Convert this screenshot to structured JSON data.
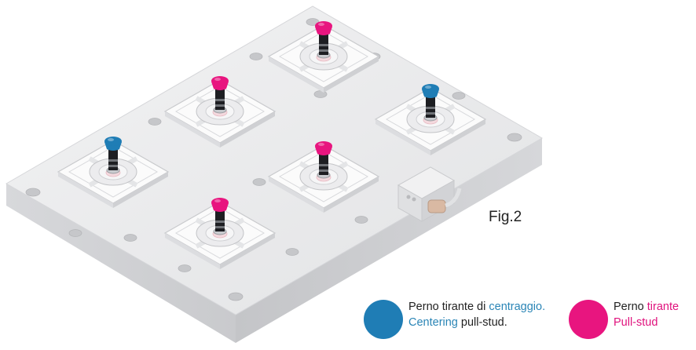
{
  "figure_label": "Fig.2",
  "colors": {
    "centering": "#1f7db5",
    "pull": "#e8157f",
    "plate": "#e9e9eb",
    "plate_side": "#cfd0d3",
    "module": "#f4f4f5"
  },
  "legend": {
    "centering": {
      "line1_a": "Perno tirante di ",
      "line1_b": "centraggio.",
      "line2_a": "Centering",
      "line2_b": " pull-stud."
    },
    "pull": {
      "line1_a": "Perno ",
      "line1_b": "tirante",
      "line2": "Pull-stud"
    }
  },
  "studs": [
    {
      "type": "pull"
    },
    {
      "type": "pull"
    },
    {
      "type": "centering"
    },
    {
      "type": "centering"
    },
    {
      "type": "pull"
    },
    {
      "type": "pull"
    }
  ]
}
